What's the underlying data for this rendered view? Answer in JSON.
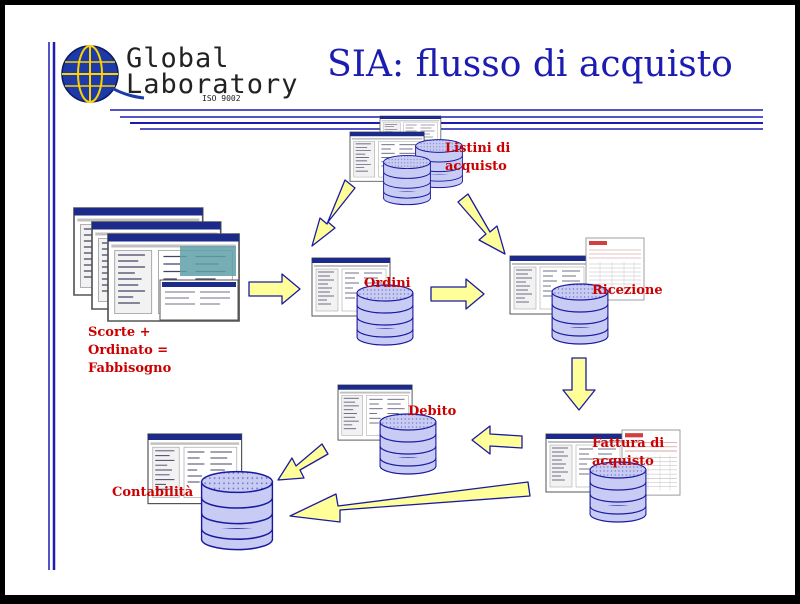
{
  "slide": {
    "title": "SIA: flusso di acquisto",
    "background": "#ffffff",
    "frame_color": "#000000",
    "title_color": "#1c1cb0",
    "label_color": "#cc0000",
    "accent_line_color": "#1c1cb0"
  },
  "logo": {
    "name": "Global Laboratory",
    "tagline": "ISO 9002",
    "icon": "globe-icon"
  },
  "nodes": {
    "scorte": "Scorte +\nOrdinato =\nFabbisogno",
    "listini": "Listini di\nacquisto",
    "ordini": "Ordini",
    "ricezione": "Ricezione",
    "fattura": "Fattura di\nacquisto",
    "debito": "Debito",
    "contabilita": "Contabilità"
  },
  "arrow_color": "#ffff99",
  "database_color": "#c8ccf4"
}
